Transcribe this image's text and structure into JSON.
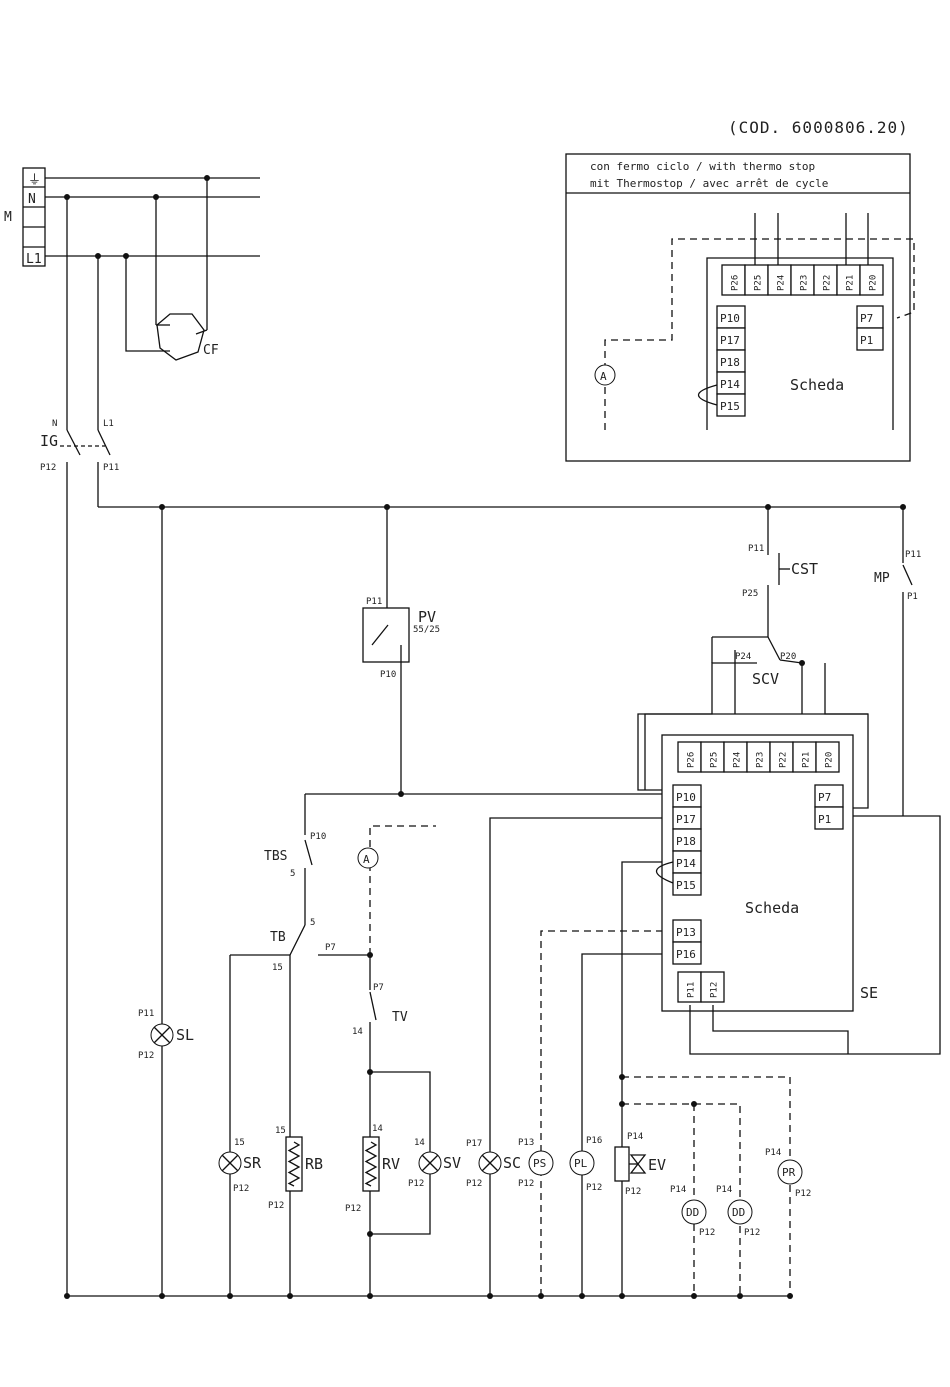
{
  "code": "(COD. 6000806.20)",
  "inset": {
    "caption_line1": "con fermo ciclo / with thermo stop",
    "caption_line2": "mit Thermostop / avec arrêt de cycle",
    "board_label": "Scheda",
    "top_pins": [
      "P26",
      "P25",
      "P24",
      "P23",
      "P22",
      "P21",
      "P20"
    ],
    "left_pins": [
      "P10",
      "P17",
      "P18",
      "P14",
      "P15"
    ],
    "right_pins": [
      "P7",
      "P1"
    ],
    "meter": "A"
  },
  "supply": {
    "label": "M",
    "terminals": [
      "",
      "N",
      "",
      "",
      "L1"
    ],
    "ground_symbol": "⏚"
  },
  "board": {
    "label": "Scheda",
    "ref": "SE",
    "top_pins": [
      "P26",
      "P25",
      "P24",
      "P23",
      "P22",
      "P21",
      "P20"
    ],
    "left_pins": [
      "P10",
      "P17",
      "P18",
      "P14",
      "P15"
    ],
    "left_pins2": [
      "P13",
      "P16"
    ],
    "right_pins": [
      "P7",
      "P1"
    ],
    "bottom_pins": [
      "P11",
      "P12"
    ]
  },
  "components": {
    "CF": "CF",
    "IG": "IG",
    "IG_N": "N",
    "IG_L1": "L1",
    "IG_P12": "P12",
    "IG_P11": "P11",
    "PV": "PV",
    "PV_rating": "55/25",
    "PV_P11": "P11",
    "PV_P10": "P10",
    "CST": "CST",
    "CST_P11": "P11",
    "CST_P25": "P25",
    "MP": "MP",
    "MP_P11": "P11",
    "MP_P1": "P1",
    "SCV": "SCV",
    "SCV_P24": "P24",
    "SCV_P20": "P20",
    "TBS": "TBS",
    "TBS_P10": "P10",
    "TBS_5": "5",
    "TB": "TB",
    "TB_5": "5",
    "TB_15": "15",
    "TV": "TV",
    "TV_P7": "P7",
    "TV_P7b": "P7",
    "TV_14": "14",
    "meter": "A",
    "SL": "SL",
    "SL_P11": "P11",
    "SL_P12": "P12",
    "SR": "SR",
    "SR_15": "15",
    "SR_P12": "P12",
    "RB": "RB",
    "RB_15": "15",
    "RB_P12": "P12",
    "RV": "RV",
    "RV_14": "14",
    "RV_P12": "P12",
    "SV": "SV",
    "SV_14": "14",
    "SV_P12": "P12",
    "SC": "SC",
    "SC_P17": "P17",
    "SC_P12": "P12",
    "PS": "PS",
    "PS_P13": "P13",
    "PS_P12": "P12",
    "PL": "PL",
    "PL_P16": "P16",
    "PL_P12": "P12",
    "EV": "EV",
    "EV_P14": "P14",
    "EV_P12": "P12",
    "DD1": "DD",
    "DD1_P14": "P14",
    "DD1_P12": "P12",
    "DD2": "DD",
    "DD2_P14": "P14",
    "DD2_P12": "P12",
    "PR": "PR",
    "PR_P14": "P14",
    "PR_P12": "P12"
  }
}
